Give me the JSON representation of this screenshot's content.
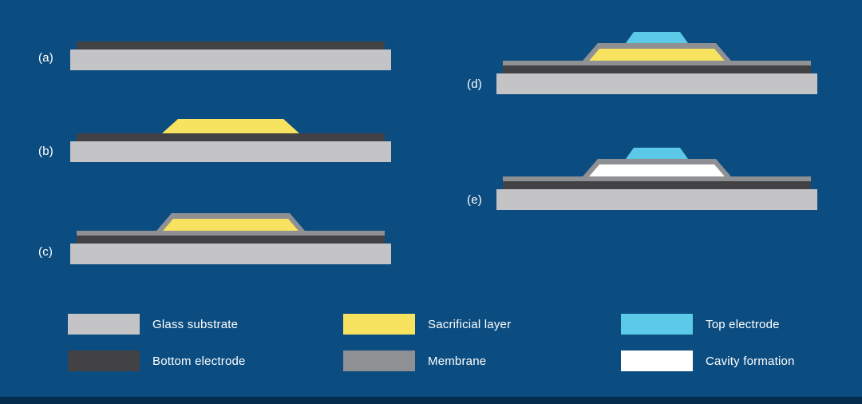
{
  "diagram": {
    "type": "fabrication-process-steps",
    "step_count": 5
  },
  "colors": {
    "background": "#0c4d81",
    "footer_bar": "#062c4d",
    "text": "#ffffff",
    "glass_substrate": "#c4c4c6",
    "bottom_electrode": "#424245",
    "sacrificial_layer": "#f7e35f",
    "membrane": "#8f9093",
    "top_electrode": "#5cc9e8",
    "cavity": "#ffffff"
  },
  "panels": [
    {
      "id": "a",
      "label": "(a)",
      "layers": [
        "glass substrate",
        "bottom electrode"
      ]
    },
    {
      "id": "b",
      "label": "(b)",
      "layers": [
        "glass substrate",
        "bottom electrode",
        "sacrificial layer"
      ]
    },
    {
      "id": "c",
      "label": "(c)",
      "layers": [
        "glass substrate",
        "bottom electrode",
        "sacrificial layer",
        "membrane"
      ]
    },
    {
      "id": "d",
      "label": "(d)",
      "layers": [
        "glass substrate",
        "bottom electrode",
        "sacrificial layer",
        "membrane",
        "top electrode"
      ]
    },
    {
      "id": "e",
      "label": "(e)",
      "layers": [
        "glass substrate",
        "bottom electrode",
        "cavity",
        "membrane",
        "top electrode"
      ]
    }
  ],
  "legend": [
    {
      "label": "Glass substrate",
      "color": "#c4c4c6"
    },
    {
      "label": "Bottom electrode",
      "color": "#424245"
    },
    {
      "label": "Sacrificial layer",
      "color": "#f7e35f"
    },
    {
      "label": "Membrane",
      "color": "#8f9093"
    },
    {
      "label": "Top electrode",
      "color": "#5cc9e8"
    },
    {
      "label": "Cavity formation",
      "color": "#ffffff"
    }
  ]
}
